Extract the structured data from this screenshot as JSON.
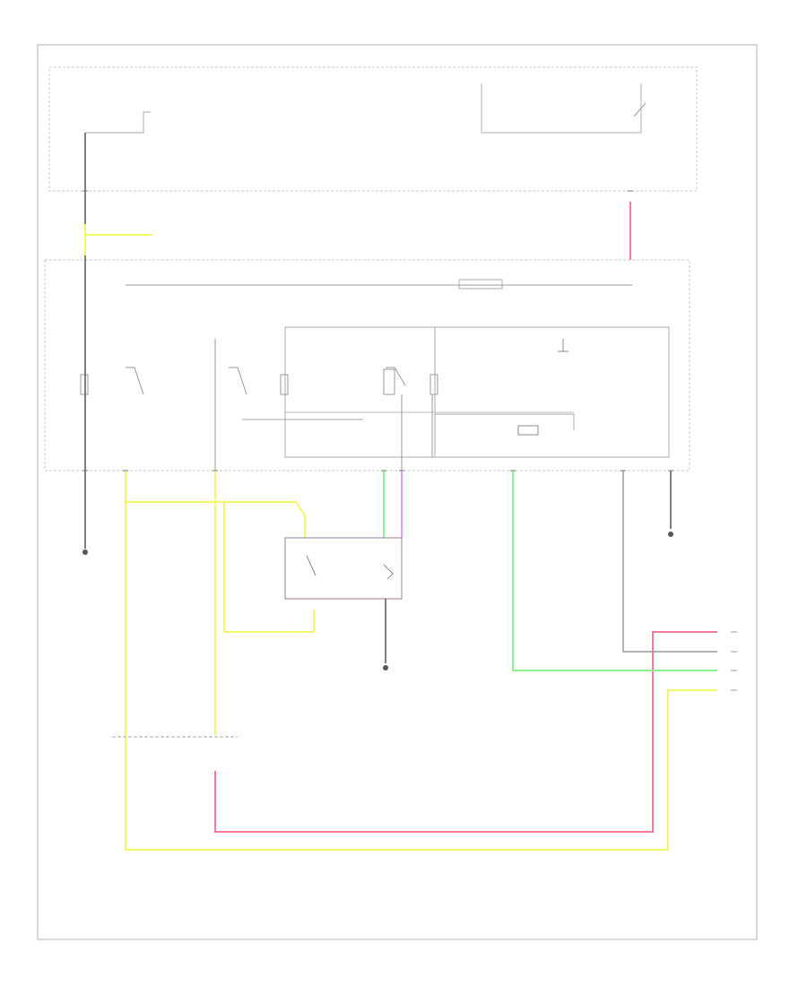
{
  "diagram": {
    "footer_code": "",
    "colors": {
      "wire_yellow": "#f5f56a",
      "wire_pink": "#ff7a9a",
      "wire_green": "#8ef08e",
      "wire_violet": "#e89aff",
      "wire_black": "#555555",
      "wire_gray": "#9a9a9a",
      "frame": "#b0b0b0",
      "module_border": "#c8c8c8",
      "component_border": "#9a7a9a"
    },
    "modules": [
      {
        "id": "upper-module",
        "label": ""
      },
      {
        "id": "lower-module",
        "label": ""
      },
      {
        "id": "switch-module",
        "label": ""
      },
      {
        "id": "relay-panel",
        "label": ""
      }
    ],
    "wires": [
      {
        "id": "yellow-left-vertical",
        "color": "yellow"
      },
      {
        "id": "yellow-top-run",
        "color": "yellow"
      },
      {
        "id": "yellow-bottom-run",
        "color": "yellow"
      },
      {
        "id": "pink-run",
        "color": "pink"
      },
      {
        "id": "green-run",
        "color": "green"
      },
      {
        "id": "gray-run",
        "color": "gray"
      },
      {
        "id": "black-ground",
        "color": "black"
      }
    ],
    "ground_points": [
      {
        "id": "ground-left"
      },
      {
        "id": "ground-center"
      },
      {
        "id": "ground-right"
      }
    ]
  }
}
